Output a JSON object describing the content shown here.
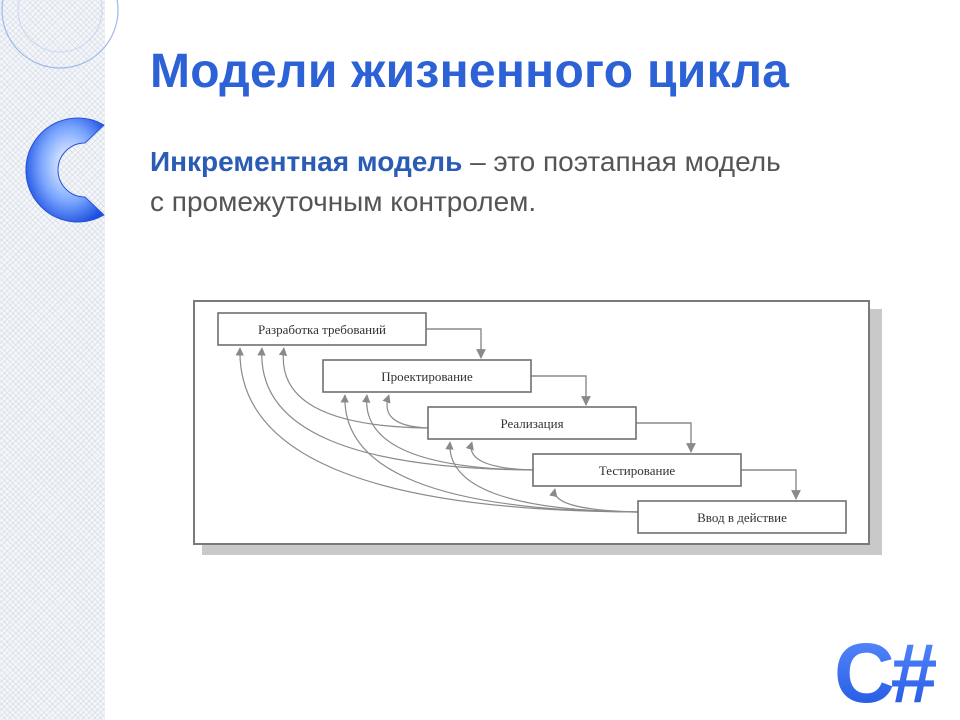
{
  "slide": {
    "title": "Модели жизненного цикла",
    "subtitle_term": "Инкрементная модель",
    "subtitle_rest": " – это поэтапная модель",
    "subtitle_line2": "с промежуточным контролем."
  },
  "diagram": {
    "stages": [
      "Разработка требований",
      "Проектирование",
      "Реализация",
      "Тестирование",
      "Ввод в действие"
    ]
  },
  "logo": {
    "text": "C#",
    "color": "#2a63e6"
  },
  "theme": {
    "title_color": "#2d62d6",
    "term_color": "#2a5bb5",
    "text_color": "#555555",
    "diagram_line_color": "#8a8a8a"
  },
  "icons": {
    "decor_ring": "large-c-ring-icon",
    "logo": "csharp-logo-icon"
  }
}
